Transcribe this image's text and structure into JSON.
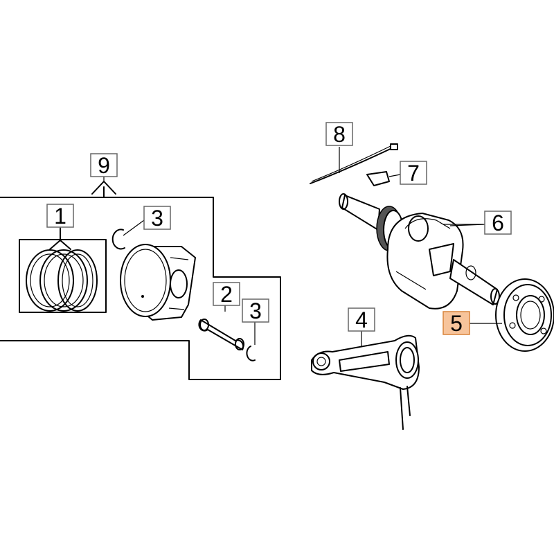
{
  "callouts": {
    "c1": "1",
    "c2": "2",
    "c3a": "3",
    "c3b": "3",
    "c4": "4",
    "c5": "5",
    "c6": "6",
    "c7": "7",
    "c8": "8",
    "c9": "9"
  },
  "colors": {
    "highlight_fill": "#f7c49b",
    "highlight_border": "#d9833a",
    "label_border": "#666666"
  }
}
